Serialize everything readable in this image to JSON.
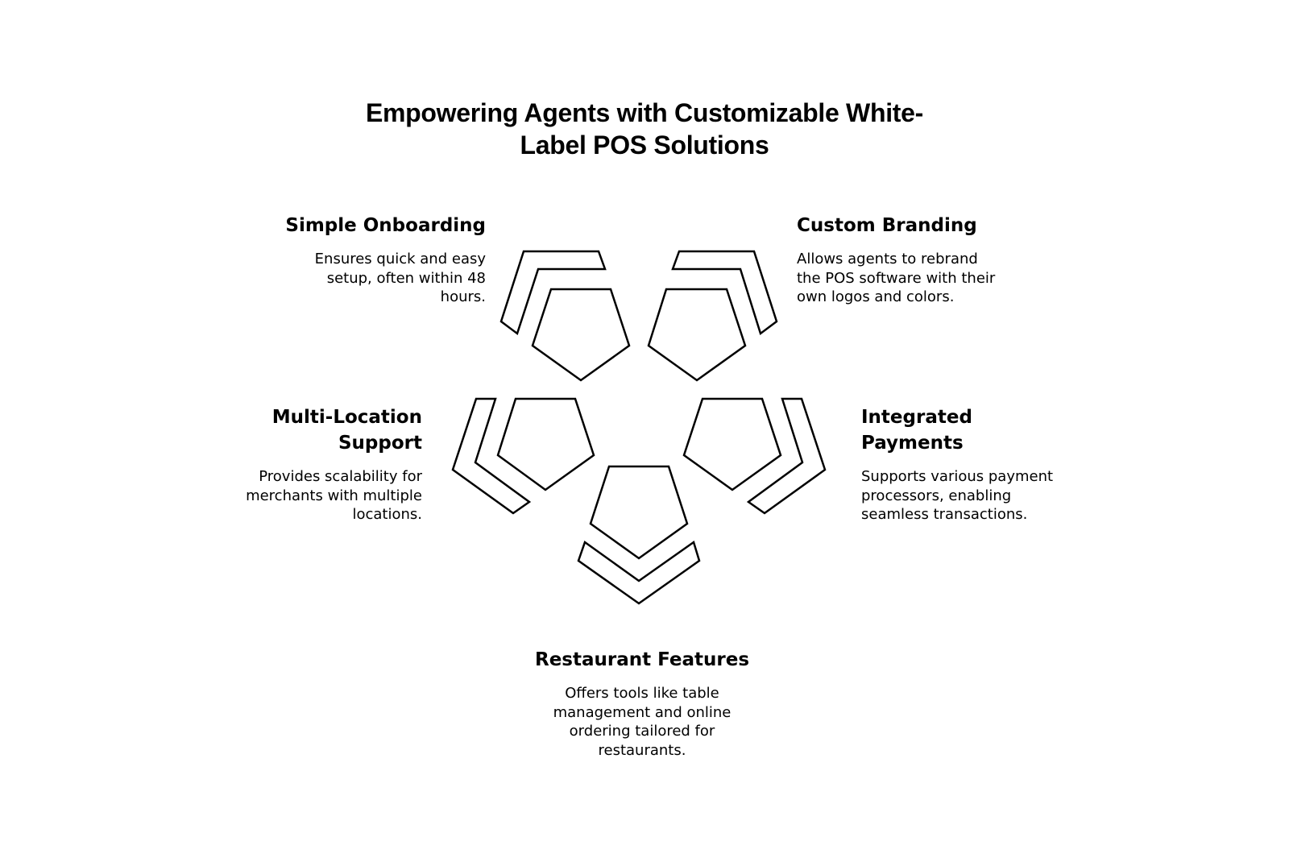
{
  "title": {
    "lines": [
      "Empowering Agents with Customizable White-",
      "Label POS Solutions"
    ]
  },
  "items": [
    {
      "heading": [
        "Simple Onboarding"
      ],
      "body": [
        "Ensures quick and easy",
        "setup, often within 48",
        "hours."
      ]
    },
    {
      "heading": [
        "Custom Branding"
      ],
      "body": [
        "Allows agents to rebrand",
        "the POS software with their",
        "own logos and colors."
      ]
    },
    {
      "heading": [
        "Multi-Location",
        "Support"
      ],
      "body": [
        "Provides scalability for",
        "merchants with multiple",
        "locations."
      ]
    },
    {
      "heading": [
        "Integrated",
        "Payments"
      ],
      "body": [
        "Supports various payment",
        "processors, enabling",
        "seamless transactions."
      ]
    },
    {
      "heading": [
        "Restaurant Features"
      ],
      "body": [
        "Offers tools like table",
        "management and online",
        "ordering tailored for",
        "restaurants."
      ]
    }
  ],
  "colors": {
    "stroke": "#000000",
    "background": "#ffffff"
  }
}
